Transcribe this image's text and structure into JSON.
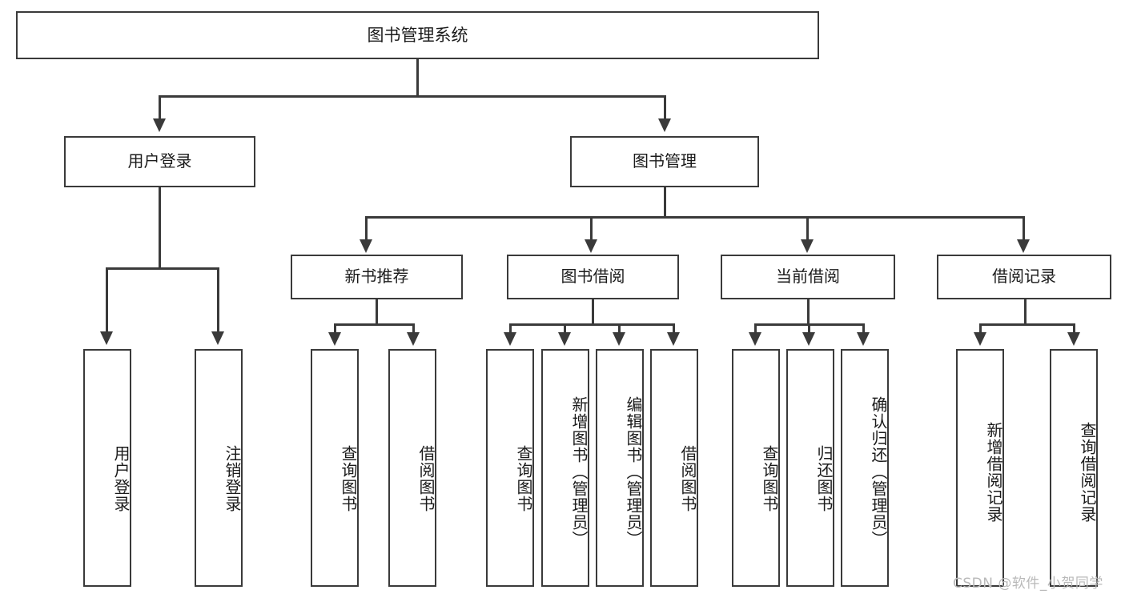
{
  "diagram": {
    "type": "tree-hierarchy",
    "title": "图书管理系统",
    "root": {
      "label": "图书管理系统"
    },
    "level1": [
      {
        "label": "用户登录"
      },
      {
        "label": "图书管理"
      }
    ],
    "level2": [
      {
        "label": "新书推荐"
      },
      {
        "label": "图书借阅"
      },
      {
        "label": "当前借阅"
      },
      {
        "label": "借阅记录"
      }
    ],
    "leaves": {
      "user_login": [
        {
          "label": "用户登录"
        },
        {
          "label": "注销登录"
        }
      ],
      "new_book_recommend": [
        {
          "label": "查询图书"
        },
        {
          "label": "借阅图书"
        }
      ],
      "book_borrow": [
        {
          "label": "查询图书"
        },
        {
          "label": "新增图书（管理员）"
        },
        {
          "label": "编辑图书（管理员）"
        },
        {
          "label": "借阅图书"
        }
      ],
      "current_borrow": [
        {
          "label": "查询图书"
        },
        {
          "label": "归还图书"
        },
        {
          "label": "确认归还（管理员）"
        }
      ],
      "borrow_record": [
        {
          "label": "新增借阅记录"
        },
        {
          "label": "查询借阅记录"
        }
      ]
    },
    "watermark": "CSDN @软件_小贺同学",
    "colors": {
      "stroke": "#3a3a3a",
      "fill": "#ffffff",
      "text": "#1b1b1b",
      "watermark": "#b9b9b9"
    }
  }
}
